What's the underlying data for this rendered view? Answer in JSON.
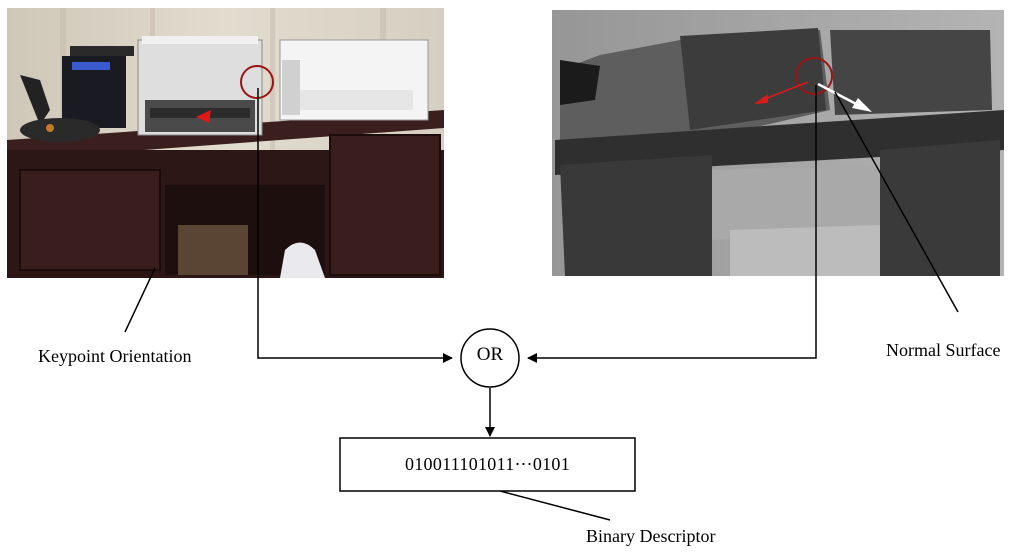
{
  "labels": {
    "keypoint_orientation": "Keypoint Orientation",
    "normal_surface": "Normal Surface",
    "binary_descriptor": "Binary Descriptor",
    "or_node": "OR",
    "descriptor_bits": "010011101011⋯0101"
  },
  "colors": {
    "line": "#000000",
    "marker_circle": "#9a1414",
    "keypoint_arrow": "#e01818",
    "normal_arrow": "#ffffff",
    "depth_arrow": "#e01818"
  },
  "images": {
    "rgb_photo": "rgb-desk-photo",
    "depth_map": "depth-map-image"
  }
}
